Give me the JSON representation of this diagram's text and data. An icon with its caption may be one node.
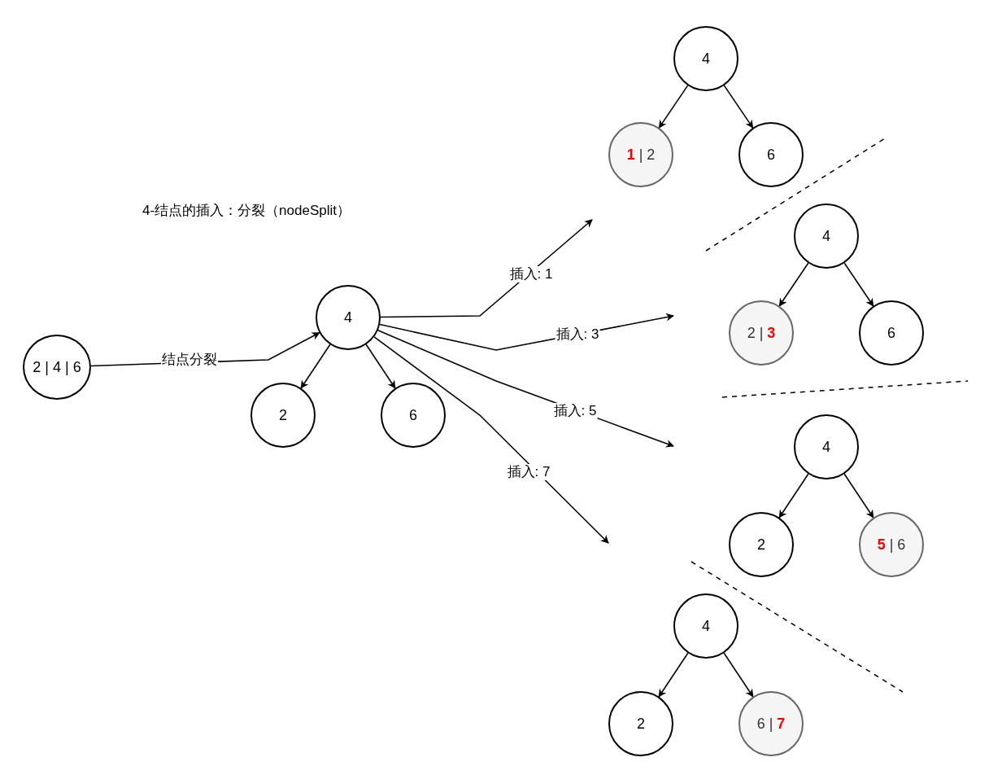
{
  "diagram": {
    "title": "4-结点的插入：分裂（nodeSplit）",
    "nodes": [
      {
        "text": [
          "2 | 4 | 6"
        ]
      },
      {
        "text": [
          "4"
        ]
      },
      {
        "text": [
          "2"
        ]
      },
      {
        "text": [
          "6"
        ]
      },
      {
        "text": [
          "4"
        ]
      },
      {
        "text": [
          "**1** | 2"
        ]
      },
      {
        "text": [
          "6"
        ]
      },
      {
        "text": [
          "4"
        ]
      },
      {
        "text": [
          "2 | **3**"
        ]
      },
      {
        "text": [
          "6"
        ]
      },
      {
        "text": [
          "4"
        ]
      },
      {
        "text": [
          "2"
        ]
      },
      {
        "text": [
          "**5** | 6"
        ]
      },
      {
        "text": [
          "4"
        ]
      },
      {
        "text": [
          "2"
        ]
      },
      {
        "text": [
          "6 | **7**"
        ]
      }
    ],
    "edges": [
      {
        "from": 1,
        "to": 2,
        "arrow": "to"
      },
      {
        "from": 1,
        "to": 3,
        "arrow": "to"
      },
      {
        "from": 4,
        "to": 5,
        "arrow": "to"
      },
      {
        "from": 4,
        "to": 6,
        "arrow": "to"
      },
      {
        "from": 7,
        "to": 8,
        "arrow": "to"
      },
      {
        "from": 7,
        "to": 9,
        "arrow": "to"
      },
      {
        "from": 10,
        "to": 11,
        "arrow": "to"
      },
      {
        "from": 10,
        "to": 12,
        "arrow": "to"
      },
      {
        "from": 13,
        "to": 14,
        "arrow": "to"
      },
      {
        "from": 13,
        "to": 15,
        "arrow": "to"
      },
      {
        "from": 0,
        "to": 1,
        "label": "结点分裂",
        "arrow": "to"
      },
      {
        "from": 1,
        "to": null,
        "label": "插入: 1",
        "arrow": "to"
      },
      {
        "from": 1,
        "to": null,
        "label": "插入: 3",
        "arrow": "to"
      },
      {
        "from": 1,
        "to": null,
        "label": "插入: 5",
        "arrow": "to"
      },
      {
        "from": 1,
        "to": null,
        "label": "插入: 7",
        "arrow": "to"
      }
    ]
  }
}
